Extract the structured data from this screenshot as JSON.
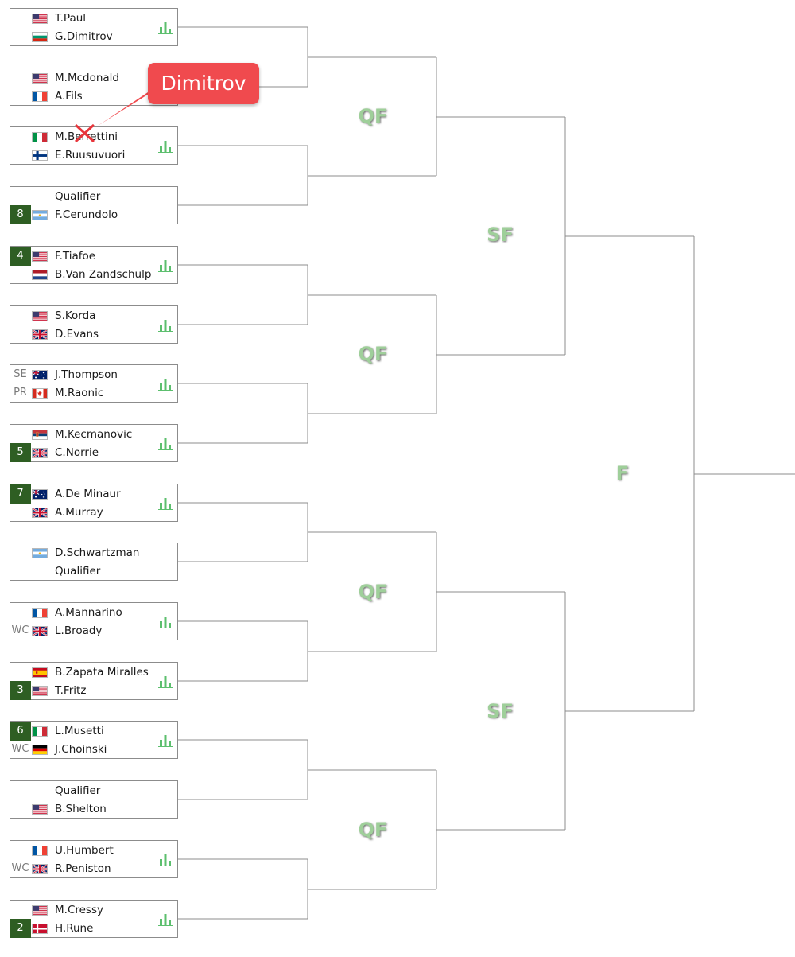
{
  "annotation": {
    "label": "Dimitrov"
  },
  "round_labels": {
    "qf": "QF",
    "sf": "SF",
    "f": "F"
  },
  "colors": {
    "seed_bg": "#2e5e23",
    "round_label": "#9fcf9a",
    "callout": "#f04a4e",
    "stats_icon": "#5cbf6e"
  },
  "matches": [
    {
      "players": [
        {
          "seed": "",
          "entry": "",
          "flag": "usa",
          "name": "T.Paul"
        },
        {
          "seed": "",
          "entry": "",
          "flag": "bulgaria",
          "name": "G.Dimitrov"
        }
      ],
      "stats": true
    },
    {
      "players": [
        {
          "seed": "",
          "entry": "",
          "flag": "usa",
          "name": "M.Mcdonald"
        },
        {
          "seed": "",
          "entry": "",
          "flag": "france",
          "name": "A.Fils"
        }
      ],
      "stats": false
    },
    {
      "players": [
        {
          "seed": "",
          "entry": "",
          "flag": "italy",
          "name": "M.Berrettini"
        },
        {
          "seed": "",
          "entry": "",
          "flag": "finland",
          "name": "E.Ruusuvuori"
        }
      ],
      "stats": true
    },
    {
      "players": [
        {
          "seed": "",
          "entry": "",
          "flag": "",
          "name": "Qualifier"
        },
        {
          "seed": "8",
          "entry": "",
          "flag": "argentina",
          "name": "F.Cerundolo"
        }
      ],
      "stats": false
    },
    {
      "players": [
        {
          "seed": "4",
          "entry": "",
          "flag": "usa",
          "name": "F.Tiafoe"
        },
        {
          "seed": "",
          "entry": "",
          "flag": "netherlands",
          "name": "B.Van Zandschulp"
        }
      ],
      "stats": true
    },
    {
      "players": [
        {
          "seed": "",
          "entry": "",
          "flag": "usa",
          "name": "S.Korda"
        },
        {
          "seed": "",
          "entry": "",
          "flag": "uk",
          "name": "D.Evans"
        }
      ],
      "stats": true
    },
    {
      "players": [
        {
          "seed": "",
          "entry": "SE",
          "flag": "australia",
          "name": "J.Thompson"
        },
        {
          "seed": "",
          "entry": "PR",
          "flag": "canada",
          "name": "M.Raonic"
        }
      ],
      "stats": true
    },
    {
      "players": [
        {
          "seed": "",
          "entry": "",
          "flag": "serbia",
          "name": "M.Kecmanovic"
        },
        {
          "seed": "5",
          "entry": "",
          "flag": "uk",
          "name": "C.Norrie"
        }
      ],
      "stats": true
    },
    {
      "players": [
        {
          "seed": "7",
          "entry": "",
          "flag": "australia",
          "name": "A.De Minaur"
        },
        {
          "seed": "",
          "entry": "",
          "flag": "uk",
          "name": "A.Murray"
        }
      ],
      "stats": true
    },
    {
      "players": [
        {
          "seed": "",
          "entry": "",
          "flag": "argentina",
          "name": "D.Schwartzman"
        },
        {
          "seed": "",
          "entry": "",
          "flag": "",
          "name": "Qualifier"
        }
      ],
      "stats": false
    },
    {
      "players": [
        {
          "seed": "",
          "entry": "",
          "flag": "france",
          "name": "A.Mannarino"
        },
        {
          "seed": "",
          "entry": "WC",
          "flag": "uk",
          "name": "L.Broady"
        }
      ],
      "stats": true
    },
    {
      "players": [
        {
          "seed": "",
          "entry": "",
          "flag": "spain",
          "name": "B.Zapata Miralles"
        },
        {
          "seed": "3",
          "entry": "",
          "flag": "usa",
          "name": "T.Fritz"
        }
      ],
      "stats": true
    },
    {
      "players": [
        {
          "seed": "6",
          "entry": "",
          "flag": "italy",
          "name": "L.Musetti"
        },
        {
          "seed": "",
          "entry": "WC",
          "flag": "germany",
          "name": "J.Choinski"
        }
      ],
      "stats": true
    },
    {
      "players": [
        {
          "seed": "",
          "entry": "",
          "flag": "",
          "name": "Qualifier"
        },
        {
          "seed": "",
          "entry": "",
          "flag": "usa",
          "name": "B.Shelton"
        }
      ],
      "stats": false
    },
    {
      "players": [
        {
          "seed": "",
          "entry": "",
          "flag": "france",
          "name": "U.Humbert"
        },
        {
          "seed": "",
          "entry": "WC",
          "flag": "uk",
          "name": "R.Peniston"
        }
      ],
      "stats": true
    },
    {
      "players": [
        {
          "seed": "",
          "entry": "",
          "flag": "usa",
          "name": "M.Cressy"
        },
        {
          "seed": "2",
          "entry": "",
          "flag": "denmark",
          "name": "H.Rune"
        }
      ],
      "stats": true
    }
  ]
}
